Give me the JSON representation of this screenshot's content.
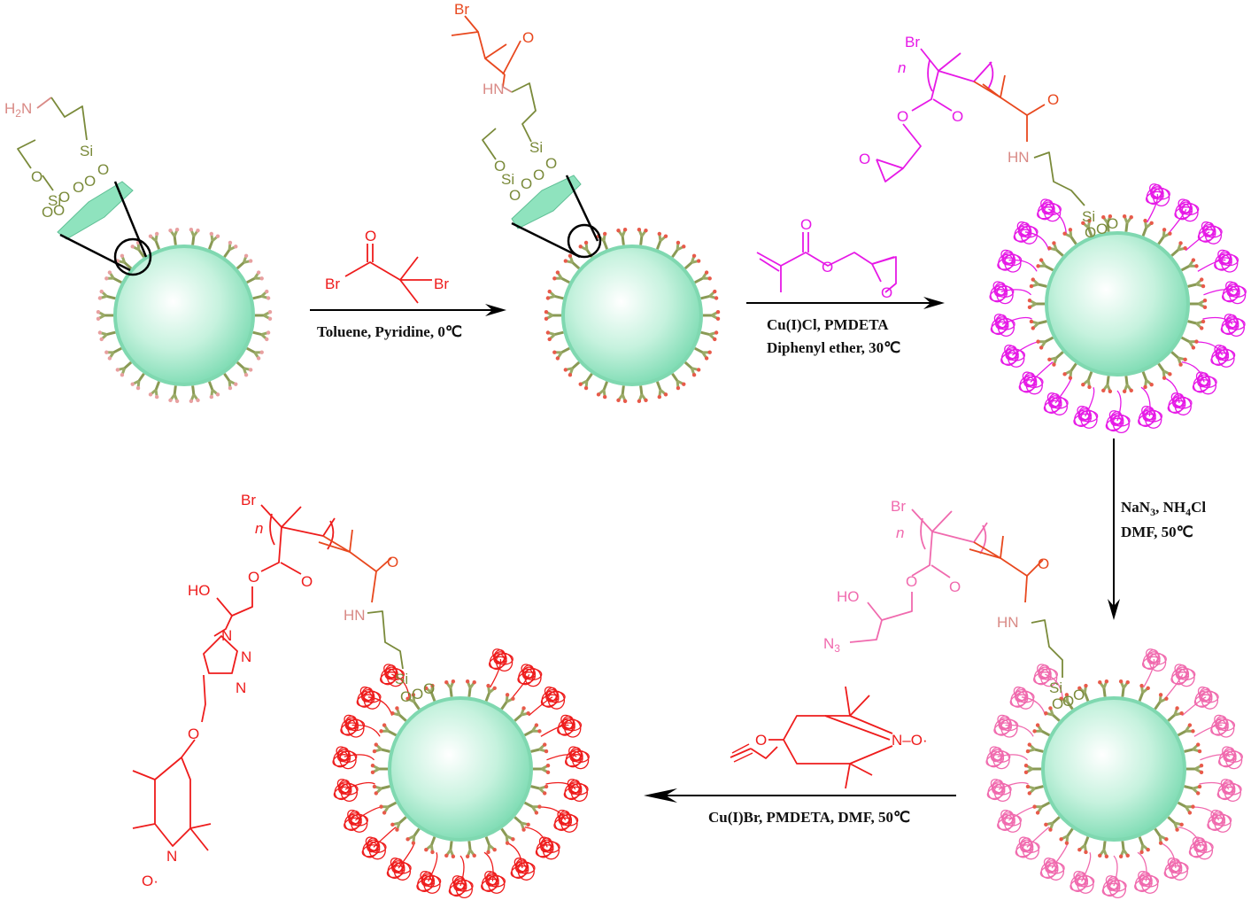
{
  "colors": {
    "particle": "#8fe3be",
    "silane": "#7a8a3a",
    "amide_n": "#d98a86",
    "initiator": "#e8481e",
    "gma": "#e619e6",
    "azide_polymer": "#f06aae",
    "tempo": "#ee1c1c"
  },
  "conditions": {
    "step1": "Toluene, Pyridine, 0℃",
    "step2_line1": "Cu(I)Cl, PMDETA",
    "step2_line2": "Diphenyl ether, 30℃",
    "step3_na": "NaN",
    "step3_sub3": "3",
    "step3_nh": ", NH",
    "step3_sub4": "4",
    "step3_cl": "Cl",
    "step3_line2": "DMF, 50℃",
    "step4": "Cu(I)Br, PMDETA, DMF, 50℃"
  },
  "atoms": {
    "h": "H",
    "two": "2",
    "three": "3",
    "n": "N",
    "o": "O",
    "si": "Si",
    "br": "Br",
    "hn": "HN",
    "ho": "HO",
    "repeat": "n",
    "odot": "O·",
    "ndash": "N–O·"
  }
}
